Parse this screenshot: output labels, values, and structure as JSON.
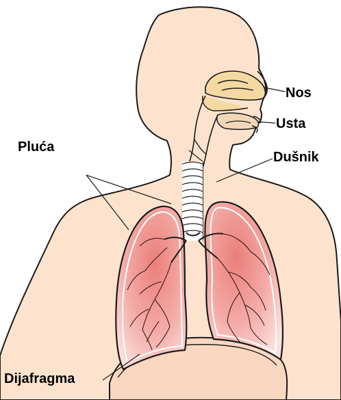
{
  "labels": {
    "nose": "Nos",
    "mouth": "Usta",
    "trachea": "Dušnik",
    "lungs": "Pluća",
    "diaphragm": "Dijafragma"
  },
  "colors": {
    "skin": "#fde3cd",
    "lung": "#f4b8b4",
    "lung_core": "#ea7f7b",
    "nasal": "#f4d9a2",
    "diaphragm": "#f9d7c0",
    "outline": "#1a1a1a"
  }
}
